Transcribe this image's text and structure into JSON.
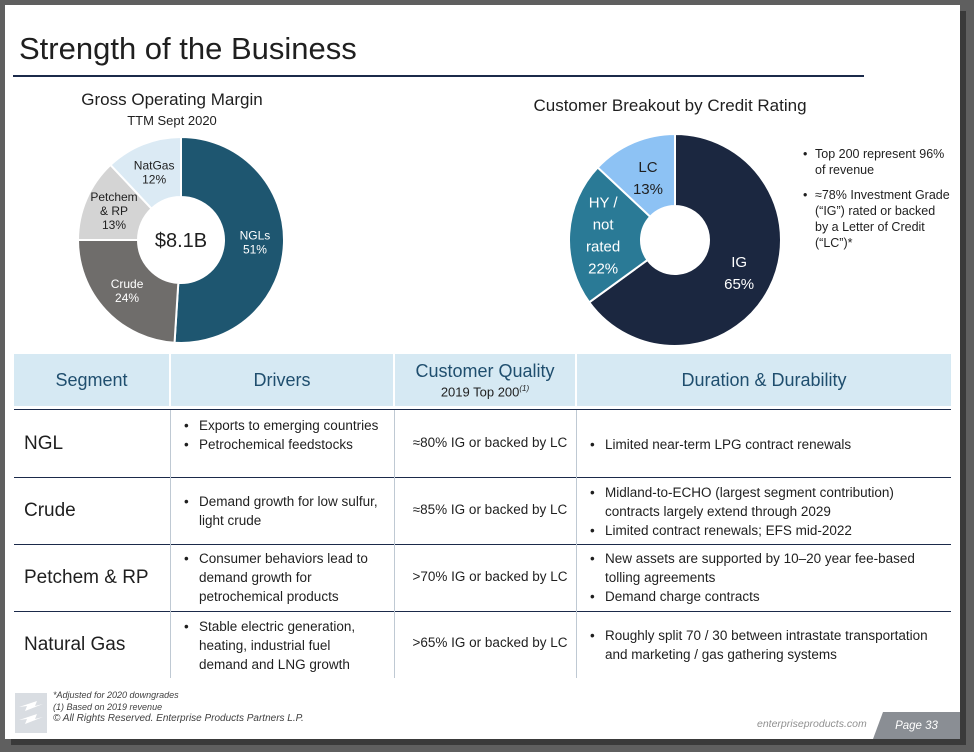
{
  "slide": {
    "title": "Strength of the Business"
  },
  "gross_margin": {
    "title": "Gross Operating Margin",
    "subtitle": "TTM Sept 2020",
    "center_label": "$8.1B",
    "slices": [
      {
        "label": "NGLs",
        "pct_label": "51%",
        "value": 51,
        "color": "#1e5670"
      },
      {
        "label": "Crude",
        "pct_label": "24%",
        "value": 24,
        "color": "#6f6d6b"
      },
      {
        "label": "Petchem\n& RP",
        "pct_label": "13%",
        "value": 13,
        "color": "#d4d4d4"
      },
      {
        "label": "NatGas",
        "pct_label": "12%",
        "value": 12,
        "color": "#dbeaf4"
      }
    ]
  },
  "credit": {
    "title": "Customer Breakout by Credit Rating",
    "slices": [
      {
        "label": "IG",
        "pct_label": "65%",
        "value": 65,
        "color": "#1b2740"
      },
      {
        "label": "HY /\nnot\nrated",
        "pct_label": "22%",
        "value": 22,
        "color": "#2a7a96"
      },
      {
        "label": "LC",
        "pct_label": "13%",
        "value": 13,
        "color": "#8dc2f4"
      }
    ],
    "notes": [
      "Top 200 represent 96% of revenue",
      "≈78% Investment Grade (“IG”) rated or backed by a Letter of Credit (“LC”)*"
    ]
  },
  "table": {
    "headers": {
      "segment": "Segment",
      "drivers": "Drivers",
      "quality": "Customer Quality",
      "quality_sub": "2019 Top 200",
      "quality_sup": "(1)",
      "duration": "Duration & Durability"
    },
    "rows": [
      {
        "segment": "NGL",
        "drivers": [
          "Exports to emerging countries",
          "Petrochemical feedstocks"
        ],
        "quality": "≈80% IG or backed by LC",
        "duration": [
          "Limited near-term LPG contract renewals"
        ]
      },
      {
        "segment": "Crude",
        "drivers": [
          "Demand growth for low sulfur, light crude"
        ],
        "quality": "≈85% IG or backed by LC",
        "duration": [
          "Midland-to-ECHO (largest segment contribution) contracts largely extend through 2029",
          "Limited contract renewals; EFS mid-2022"
        ]
      },
      {
        "segment": "Petchem & RP",
        "drivers": [
          "Consumer behaviors lead to demand growth for petrochemical products"
        ],
        "quality": ">70% IG or backed by LC",
        "duration": [
          "New assets are supported by 10–20 year fee-based tolling agreements",
          "Demand charge contracts"
        ]
      },
      {
        "segment": "Natural Gas",
        "drivers": [
          "Stable electric generation, heating, industrial fuel demand and LNG growth"
        ],
        "quality": ">65% IG or backed by LC",
        "duration": [
          "Roughly split 70 / 30 between intrastate transportation and marketing / gas gathering systems"
        ]
      }
    ]
  },
  "footer": {
    "note1": "*Adjusted for 2020 downgrades",
    "note2": "(1)  Based on 2019 revenue",
    "copyright": "© All Rights Reserved. Enterprise Products Partners L.P.",
    "url": "enterpriseproducts.com",
    "page": "Page 33"
  }
}
